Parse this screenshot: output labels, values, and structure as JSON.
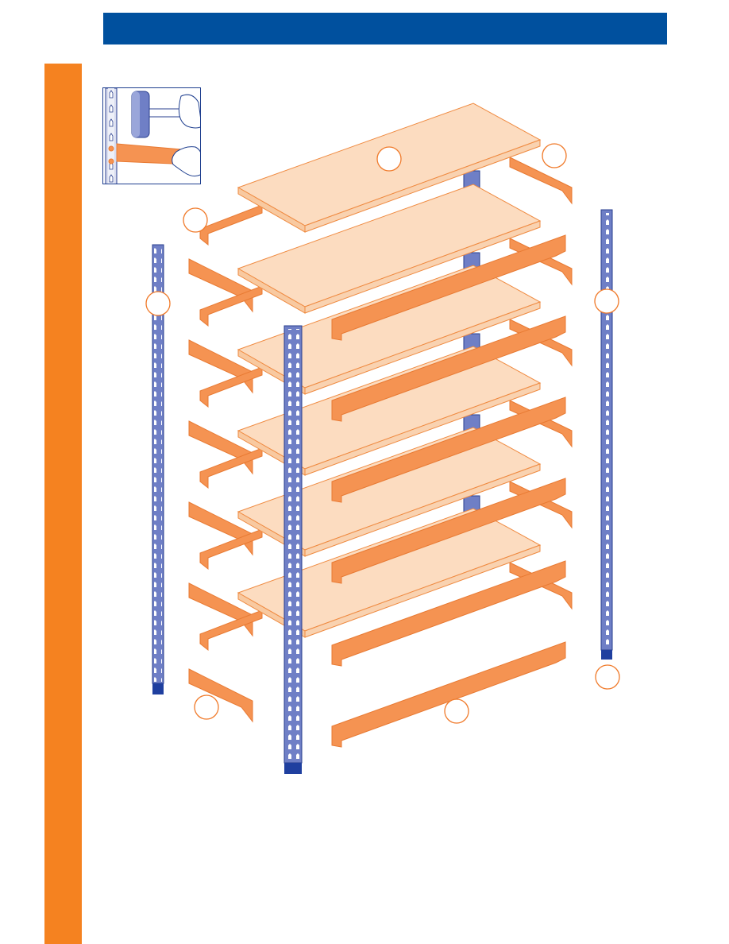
{
  "colors": {
    "header": "#00509e",
    "sidebar": "#f58220",
    "upright": "#6f7fc6",
    "upright_stroke": "#2a3f8f",
    "upright_foot": "#1f3f9f",
    "beam": "#f59352",
    "beam_stroke": "#e87a33",
    "shelf": "#fcdcc0",
    "shelf_stroke": "#ef8a40",
    "callout_stroke": "#f07a2a"
  },
  "diagram": {
    "upright_count": 4,
    "shelf_levels": 6,
    "beam_sets": 7,
    "callouts": [
      "shelf-callout",
      "right-short-beam-callout",
      "left-short-beam-callout",
      "left-upright-callout",
      "right-upright-callout",
      "foot-callout",
      "bottom-left-beam-callout",
      "bottom-long-beam-callout"
    ]
  },
  "inset": {
    "icons": [
      "mallet-icon",
      "hand-icon",
      "upright-detail-icon",
      "beam-detail-icon"
    ]
  }
}
